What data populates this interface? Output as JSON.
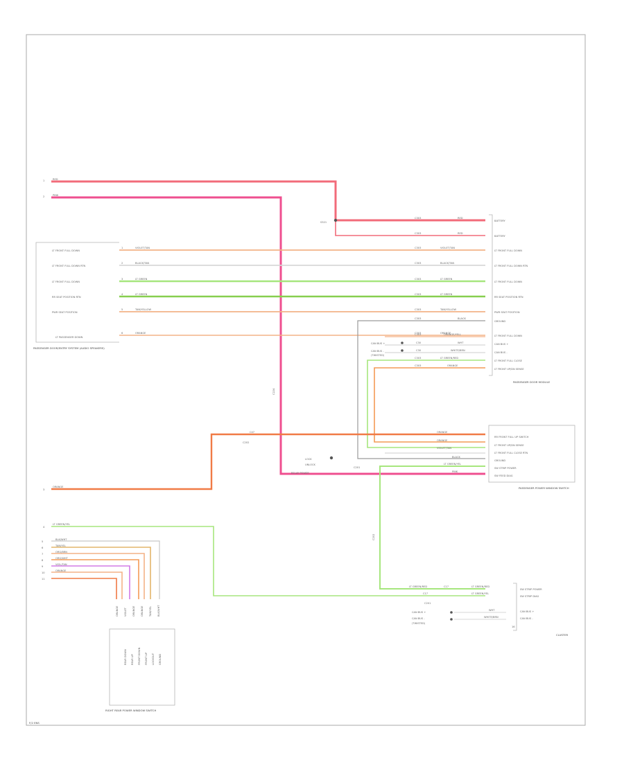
{
  "wire_colors": {
    "red": "#f26b7a",
    "pink": "#ef4f8f",
    "orange_lt": "#f3b286",
    "orange": "#f39a55",
    "orange_red": "#f07a45",
    "white": "#d7d7d7",
    "gray": "#9a9a9a",
    "lt_green": "#a6e67d",
    "green": "#87cf4f",
    "yellow_green": "#c6dd56",
    "violet": "#d27ae6",
    "tan": "#e2b66a"
  },
  "page_label": "F/2 ENS",
  "modules": {
    "left_top_label": "PASSENGER DOOR/ENTRY SYSTEM (AUDIO SPEAKERS)",
    "right_top_label": "PASSENGER DOOR MODULE",
    "right_mid_label": "PASSENGER POWER WINDOW SWITCH",
    "right_bottom_label": "CLUSTER",
    "bottom_left_label": "RIGHT REAR POWER WINDOW SWITCH"
  },
  "splices": {
    "s1": "S321",
    "s2": "C224",
    "s3": "C202",
    "s4": "C201"
  },
  "icons": {
    "ground_symbol": "ground-icon",
    "connector_symbol": "connector-icon"
  }
}
